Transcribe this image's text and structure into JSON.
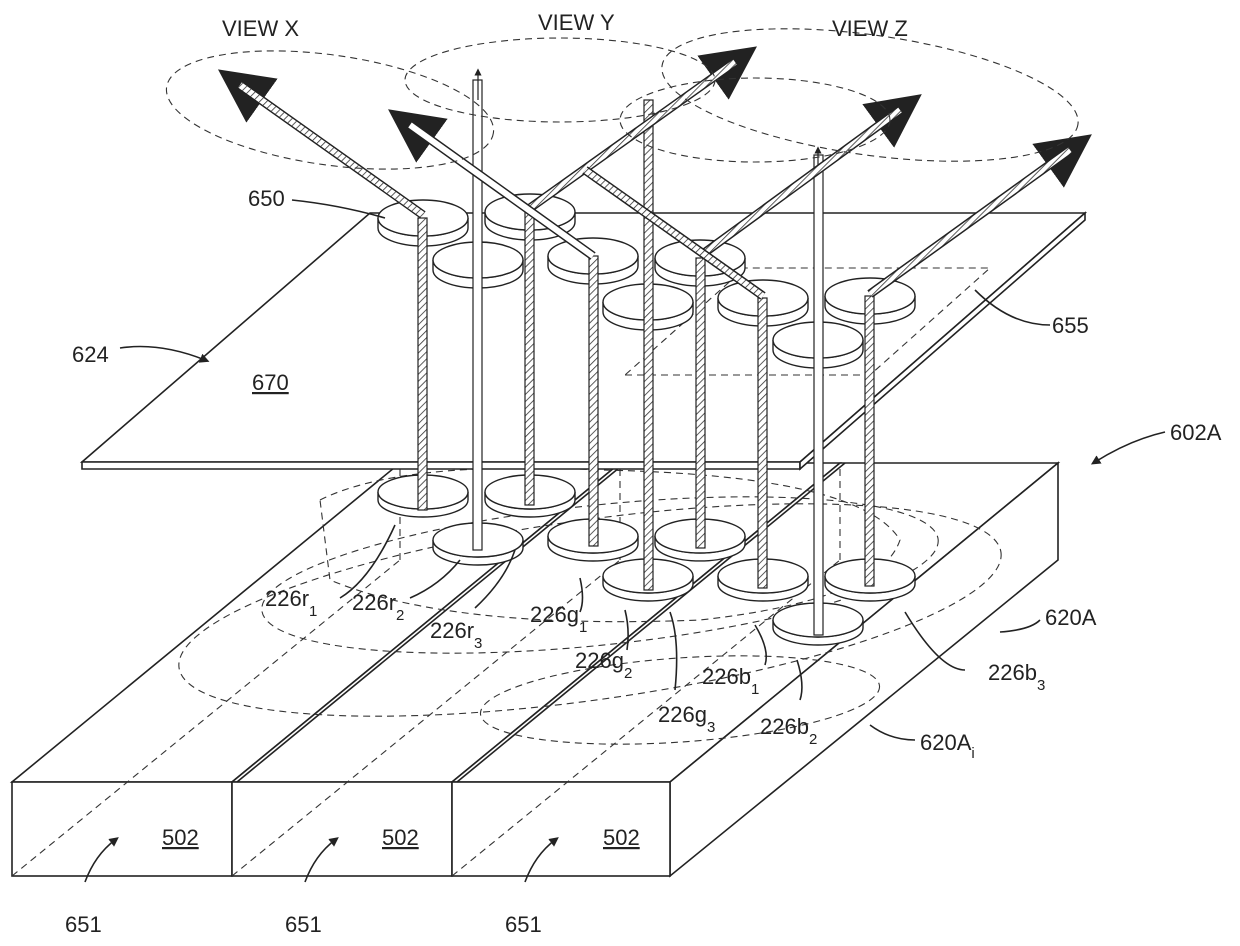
{
  "views": [
    "VIEW X",
    "VIEW Y",
    "VIEW Z"
  ],
  "labels": {
    "display": "624",
    "substrate": "670",
    "lens": "650",
    "lens_array": "655",
    "assembly": "602A",
    "region": "620A",
    "region_i": "620A",
    "region_i_sub": "i",
    "block": "502",
    "arrow": "651"
  },
  "emitters": [
    {
      "base": "226r",
      "sub": "1"
    },
    {
      "base": "226r",
      "sub": "2"
    },
    {
      "base": "226r",
      "sub": "3"
    },
    {
      "base": "226g",
      "sub": "1"
    },
    {
      "base": "226g",
      "sub": "2"
    },
    {
      "base": "226g",
      "sub": "3"
    },
    {
      "base": "226b",
      "sub": "1"
    },
    {
      "base": "226b",
      "sub": "2"
    },
    {
      "base": "226b",
      "sub": "3"
    }
  ]
}
